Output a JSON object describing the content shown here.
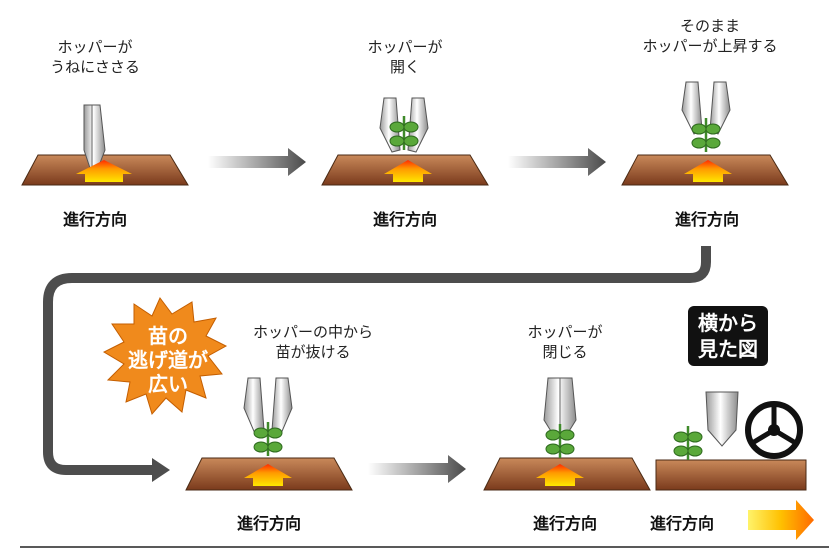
{
  "steps": [
    {
      "caption": "ホッパーが\nうねにささる",
      "direction": "進行方向"
    },
    {
      "caption": "ホッパーが\n開く",
      "direction": "進行方向"
    },
    {
      "caption": "そのまま\nホッパーが上昇する",
      "direction": "進行方向"
    },
    {
      "caption": "ホッパーの中から\n苗が抜ける",
      "direction": "進行方向"
    },
    {
      "caption": "ホッパーが\n閉じる",
      "direction": "進行方向"
    },
    {
      "caption": "",
      "direction": "進行方向"
    }
  ],
  "burst": {
    "text": "苗の\n逃げ道が\n広い"
  },
  "side_view": {
    "label": "横から\n見た図"
  },
  "colors": {
    "soil_top": "#c98a5a",
    "soil_bottom": "#7a3c1e",
    "arrow_gray": "#555555",
    "burst_orange": "#f08a1c",
    "leaf_green": "#5aa83a",
    "glow_yellow": "#ffe200",
    "glow_red": "#ff3b00"
  }
}
